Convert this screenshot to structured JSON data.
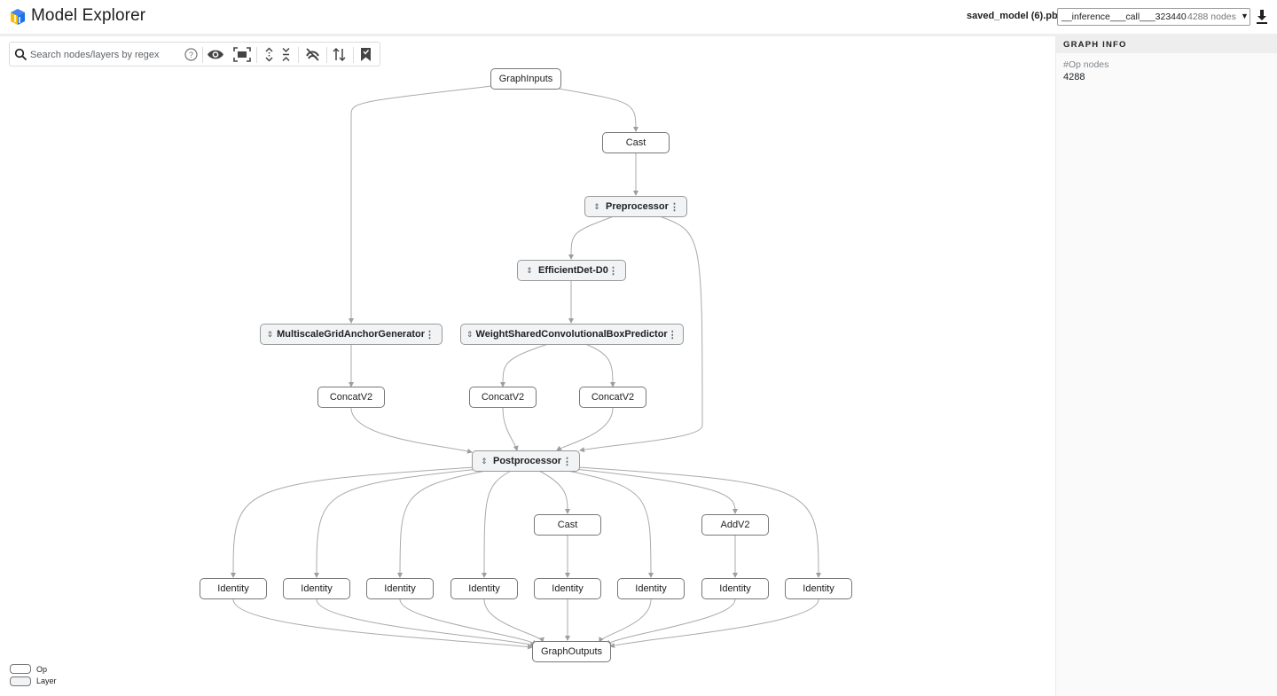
{
  "header": {
    "app_title": "Model Explorer",
    "model_file": "saved_model (6).pb",
    "graph_selector": {
      "selected_graph": "__inference___call___323440",
      "node_count": "4288 nodes"
    }
  },
  "toolbar": {
    "search_placeholder": "Search nodes/layers by regex",
    "icons": [
      "search-icon",
      "help-icon",
      "visibility-icon",
      "fit-to-screen-icon",
      "expand-all-icon",
      "collapse-all-icon",
      "hide-edges-icon",
      "flip-layout-icon",
      "bookmark-icon"
    ]
  },
  "graph": {
    "nodes": [
      {
        "label": "GraphInputs",
        "kind": "op"
      },
      {
        "label": "Cast",
        "kind": "op"
      },
      {
        "label": "Preprocessor",
        "kind": "layer"
      },
      {
        "label": "EfficientDet-D0",
        "kind": "layer"
      },
      {
        "label": "MultiscaleGridAnchorGenerator",
        "kind": "layer"
      },
      {
        "label": "WeightSharedConvolutionalBoxPredictor",
        "kind": "layer"
      },
      {
        "label": "ConcatV2",
        "kind": "op"
      },
      {
        "label": "ConcatV2",
        "kind": "op"
      },
      {
        "label": "ConcatV2",
        "kind": "op"
      },
      {
        "label": "Postprocessor",
        "kind": "layer"
      },
      {
        "label": "Cast",
        "kind": "op"
      },
      {
        "label": "AddV2",
        "kind": "op"
      },
      {
        "label": "Identity",
        "kind": "op"
      },
      {
        "label": "Identity",
        "kind": "op"
      },
      {
        "label": "Identity",
        "kind": "op"
      },
      {
        "label": "Identity",
        "kind": "op"
      },
      {
        "label": "Identity",
        "kind": "op"
      },
      {
        "label": "Identity",
        "kind": "op"
      },
      {
        "label": "Identity",
        "kind": "op"
      },
      {
        "label": "Identity",
        "kind": "op"
      },
      {
        "label": "GraphOutputs",
        "kind": "op"
      }
    ]
  },
  "legend": {
    "op_label": "Op",
    "layer_label": "Layer"
  },
  "side_panel": {
    "section_title": "GRAPH INFO",
    "op_nodes_key": "#Op nodes",
    "op_nodes_value": "4288"
  }
}
